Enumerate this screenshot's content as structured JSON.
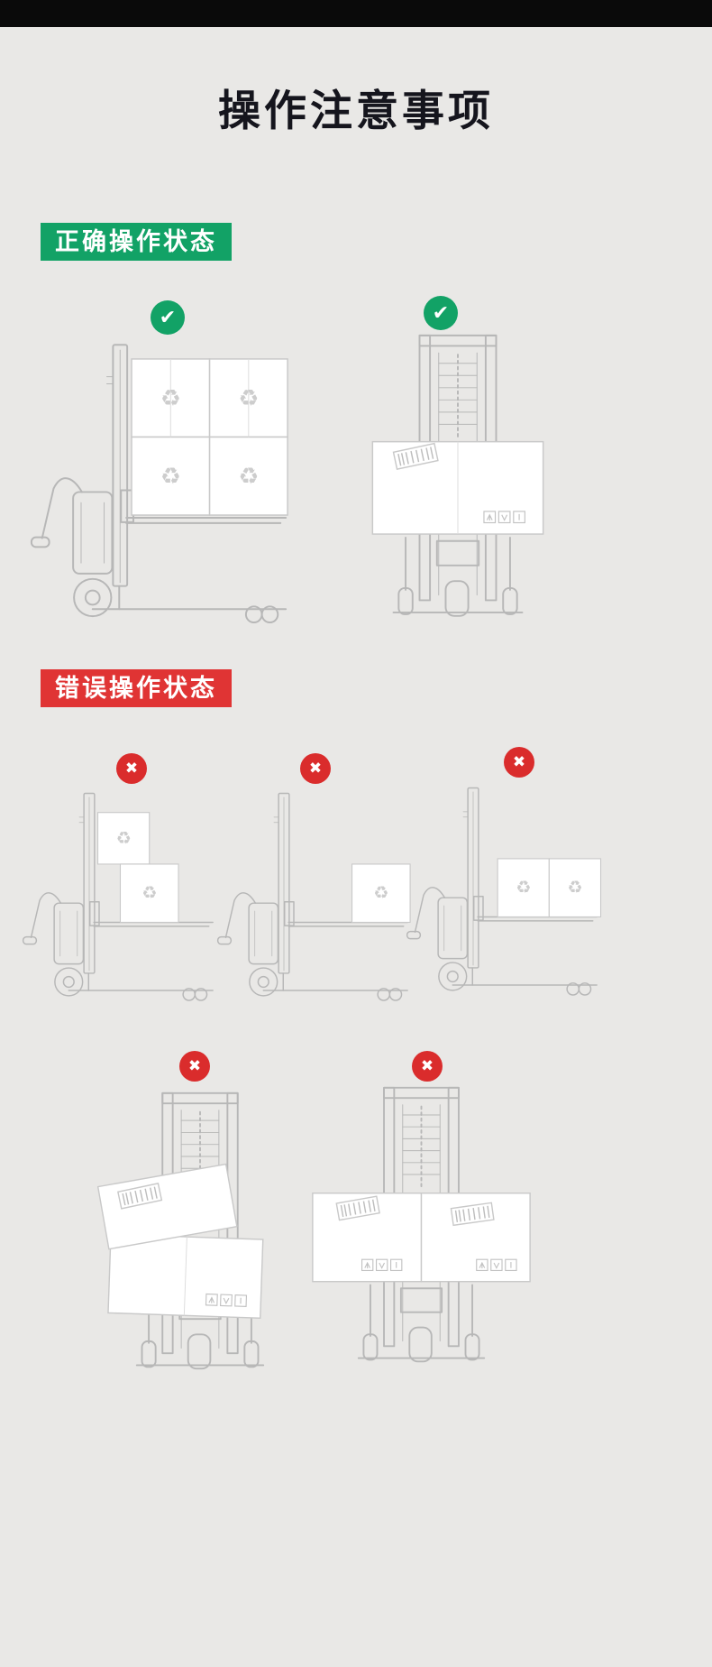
{
  "page": {
    "title": "操作注意事项",
    "background_color": "#e9e8e6",
    "top_bar_color": "#0a0a0a"
  },
  "sections": {
    "correct": {
      "label": "正确操作状态",
      "badge_color": "#12a266"
    },
    "wrong": {
      "label": "错误操作状态",
      "badge_color": "#e03434"
    }
  },
  "icons": {
    "check_glyph": "✔",
    "cross_glyph": "✖",
    "recycle_glyph": "♻"
  },
  "colors": {
    "check_green": "#12a266",
    "cross_red": "#da2c2c",
    "title_text": "#15151d",
    "line_art": "#b7b7b7"
  }
}
